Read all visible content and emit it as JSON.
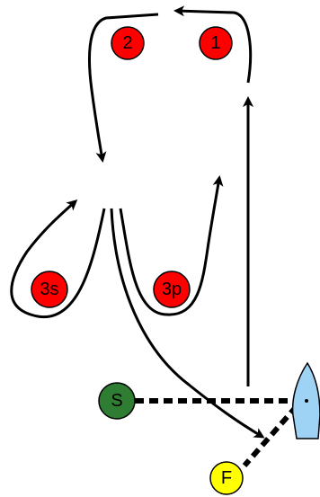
{
  "marks": {
    "mark_1": {
      "label": "1",
      "color": "#ff0000"
    },
    "mark_2": {
      "label": "2",
      "color": "#ff0000"
    },
    "mark_3s": {
      "label": "3s",
      "color": "#ff0000"
    },
    "mark_3p": {
      "label": "3p",
      "color": "#ff0000"
    }
  },
  "start_pin": {
    "label": "S",
    "color": "#2e7d32"
  },
  "finish_pin": {
    "label": "F",
    "color": "#ffff00"
  },
  "committee_boat": {
    "color": "#9fd3f5"
  },
  "colors": {
    "line": "#000000",
    "mark_stroke": "#000000"
  }
}
